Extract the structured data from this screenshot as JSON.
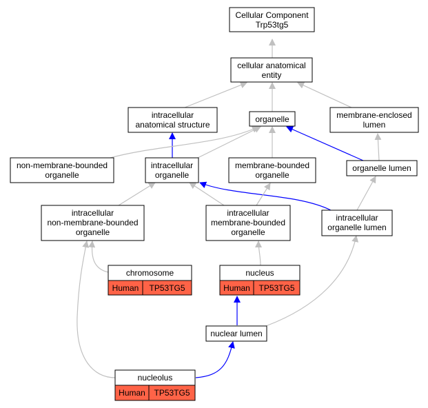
{
  "colors": {
    "is_a_edge": "#c0c0c0",
    "part_of_edge": "#0000ff",
    "annotation_cell": "#ff6347",
    "node_fill": "#ffffff",
    "node_border": "#000000"
  },
  "nodes": {
    "cc_root": [
      "Cellular Component",
      "Trp53tg5"
    ],
    "cellular_anatomical_entity": [
      "cellular anatomical",
      "entity"
    ],
    "intracellular_anatomical_structure": [
      "intracellular",
      "anatomical structure"
    ],
    "organelle": [
      "organelle"
    ],
    "membrane_enclosed_lumen": [
      "membrane-enclosed",
      "lumen"
    ],
    "non_membrane_bounded_organelle": [
      "non-membrane-bounded",
      "organelle"
    ],
    "intracellular_organelle": [
      "intracellular",
      "organelle"
    ],
    "membrane_bounded_organelle": [
      "membrane-bounded",
      "organelle"
    ],
    "organelle_lumen": [
      "organelle lumen"
    ],
    "intracellular_non_membrane_bounded_organelle": [
      "intracellular",
      "non-membrane-bounded",
      "organelle"
    ],
    "intracellular_membrane_bounded_organelle": [
      "intracellular",
      "membrane-bounded",
      "organelle"
    ],
    "intracellular_organelle_lumen": [
      "intracellular",
      "organelle lumen"
    ],
    "chromosome": [
      "chromosome"
    ],
    "nucleus": [
      "nucleus"
    ],
    "nuclear_lumen": [
      "nuclear lumen"
    ],
    "nucleolus": [
      "nucleolus"
    ]
  },
  "annotations": {
    "chromosome": {
      "species": "Human",
      "gene": "TP53TG5"
    },
    "nucleus": {
      "species": "Human",
      "gene": "TP53TG5"
    },
    "nucleolus": {
      "species": "Human",
      "gene": "TP53TG5"
    }
  },
  "edges": [
    {
      "from": "cellular_anatomical_entity",
      "to": "cc_root",
      "type": "is_a"
    },
    {
      "from": "intracellular_anatomical_structure",
      "to": "cellular_anatomical_entity",
      "type": "is_a"
    },
    {
      "from": "organelle",
      "to": "cellular_anatomical_entity",
      "type": "is_a"
    },
    {
      "from": "membrane_enclosed_lumen",
      "to": "cellular_anatomical_entity",
      "type": "is_a"
    },
    {
      "from": "intracellular_organelle",
      "to": "intracellular_anatomical_structure",
      "type": "part_of"
    },
    {
      "from": "non_membrane_bounded_organelle",
      "to": "organelle",
      "type": "is_a"
    },
    {
      "from": "intracellular_organelle",
      "to": "organelle",
      "type": "is_a"
    },
    {
      "from": "membrane_bounded_organelle",
      "to": "organelle",
      "type": "is_a"
    },
    {
      "from": "organelle_lumen",
      "to": "organelle",
      "type": "part_of"
    },
    {
      "from": "organelle_lumen",
      "to": "membrane_enclosed_lumen",
      "type": "is_a"
    },
    {
      "from": "intracellular_non_membrane_bounded_organelle",
      "to": "intracellular_organelle",
      "type": "is_a"
    },
    {
      "from": "intracellular_membrane_bounded_organelle",
      "to": "intracellular_organelle",
      "type": "is_a"
    },
    {
      "from": "intracellular_organelle_lumen",
      "to": "intracellular_organelle",
      "type": "part_of"
    },
    {
      "from": "intracellular_membrane_bounded_organelle",
      "to": "membrane_bounded_organelle",
      "type": "is_a"
    },
    {
      "from": "intracellular_organelle_lumen",
      "to": "organelle_lumen",
      "type": "is_a"
    },
    {
      "from": "chromosome",
      "to": "intracellular_non_membrane_bounded_organelle",
      "type": "is_a"
    },
    {
      "from": "nucleus",
      "to": "intracellular_membrane_bounded_organelle",
      "type": "is_a"
    },
    {
      "from": "nuclear_lumen",
      "to": "nucleus",
      "type": "part_of"
    },
    {
      "from": "nuclear_lumen",
      "to": "intracellular_organelle_lumen",
      "type": "is_a"
    },
    {
      "from": "nucleolus",
      "to": "nuclear_lumen",
      "type": "part_of"
    },
    {
      "from": "nucleolus",
      "to": "intracellular_non_membrane_bounded_organelle",
      "type": "is_a"
    }
  ]
}
